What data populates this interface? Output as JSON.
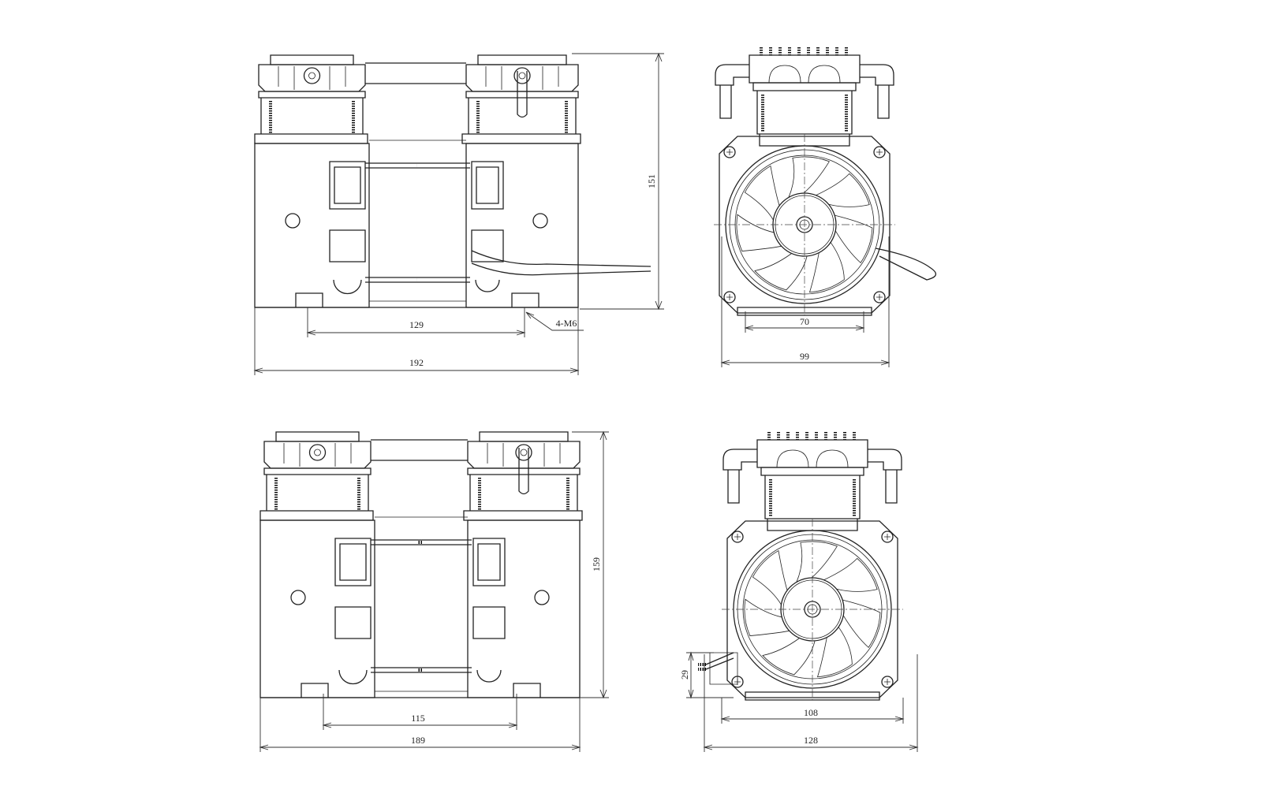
{
  "drawing": {
    "views": [
      {
        "name": "side-view-top",
        "dimensions": {
          "height": "151",
          "foot_spacing": "129",
          "length": "192",
          "thread_note": "4-M6"
        }
      },
      {
        "name": "end-view-top",
        "dimensions": {
          "foot_spacing": "70",
          "width": "99"
        }
      },
      {
        "name": "side-view-bottom",
        "dimensions": {
          "height": "159",
          "foot_spacing": "115",
          "length": "189"
        }
      },
      {
        "name": "end-view-bottom",
        "dimensions": {
          "cable_height": "29",
          "foot_spacing": "108",
          "width": "128"
        }
      }
    ]
  }
}
